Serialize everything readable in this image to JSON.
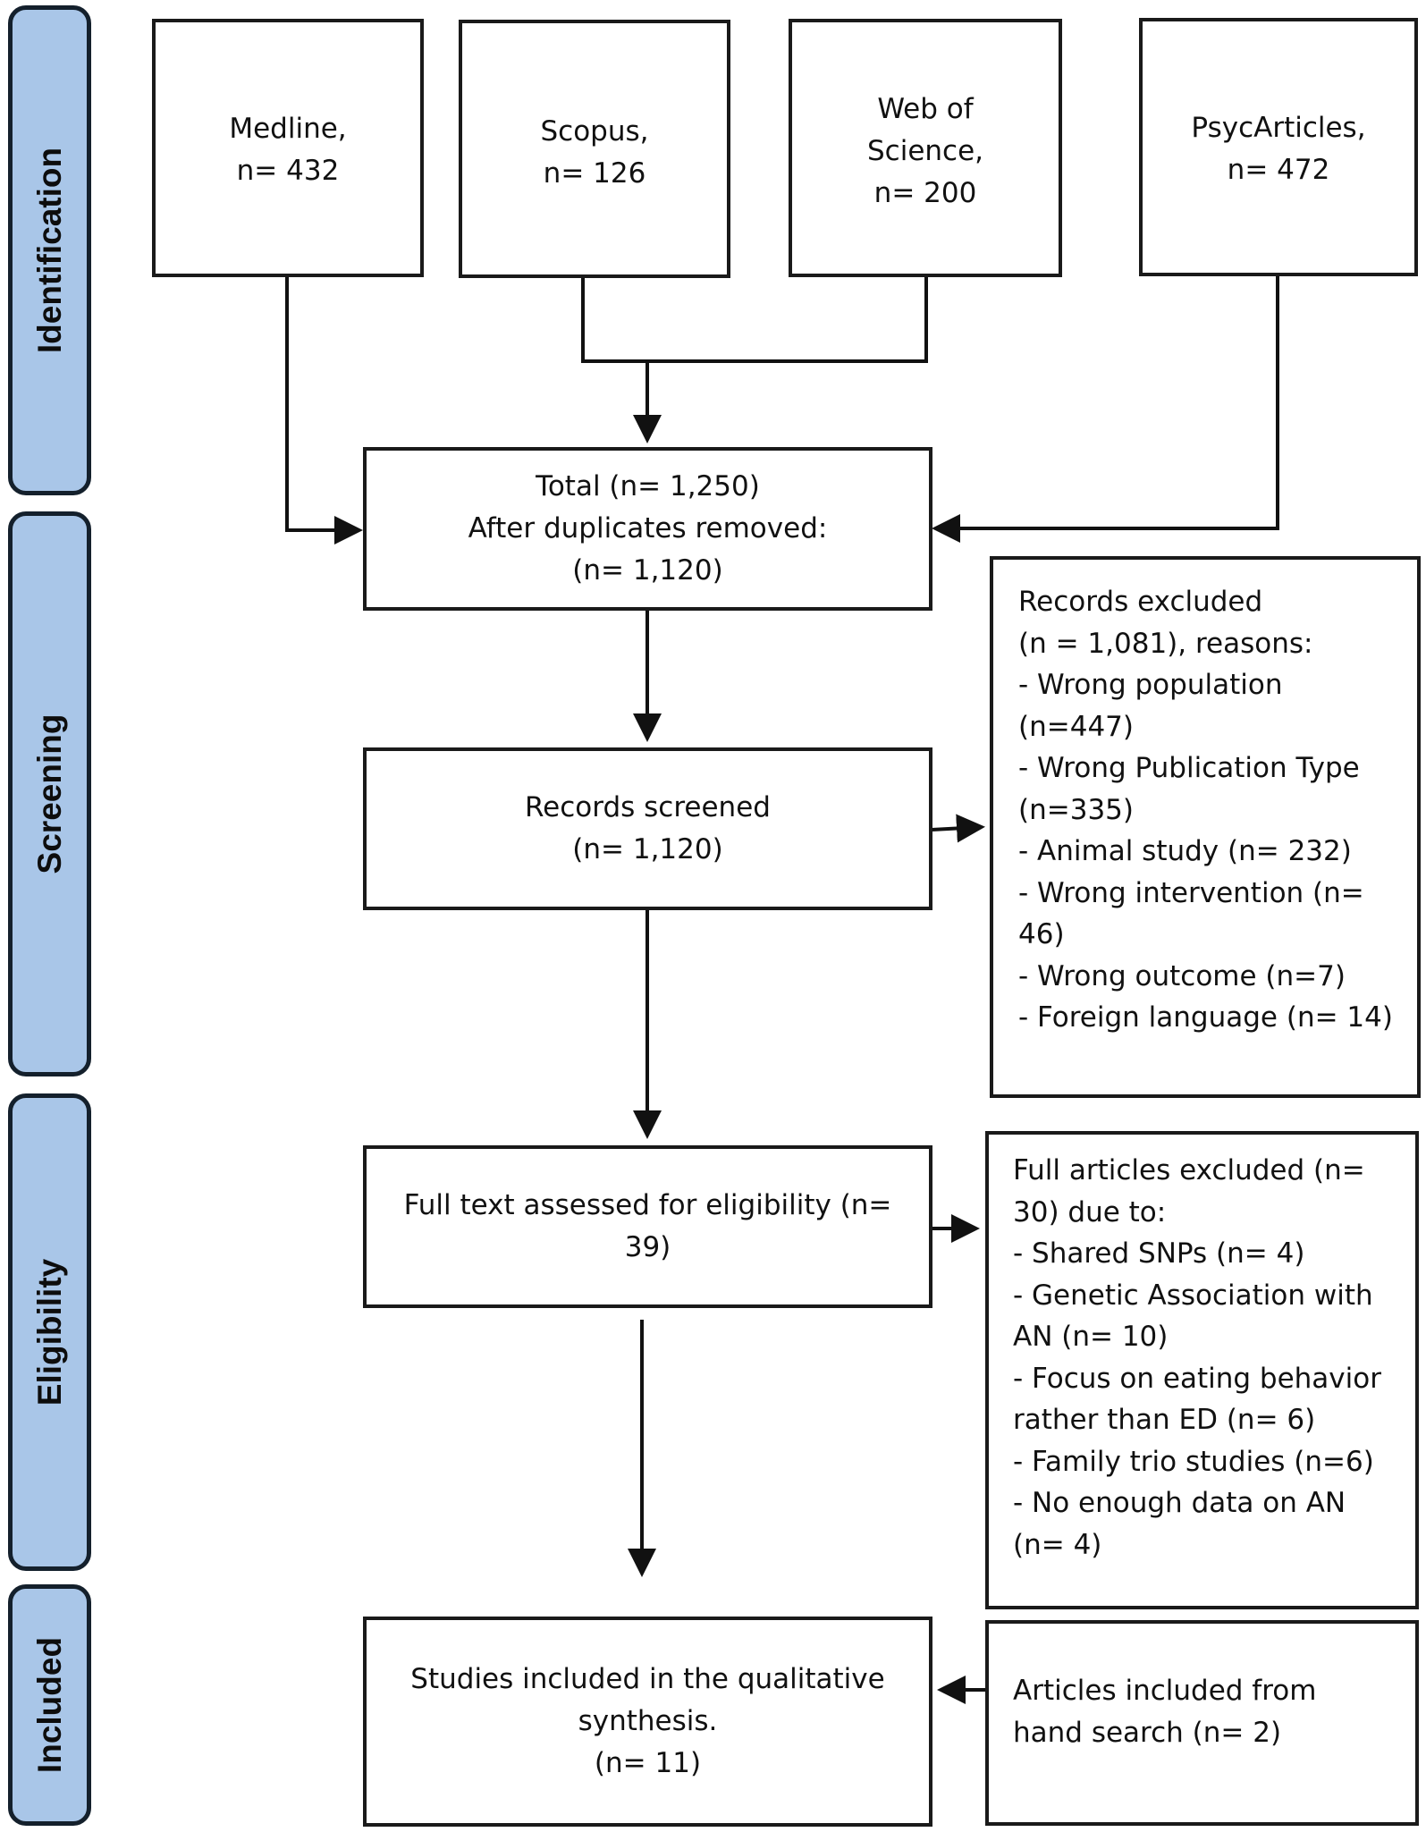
{
  "stages": {
    "identification": "Identification",
    "screening": "Screening",
    "eligibility": "Eligibility",
    "included": "Included"
  },
  "sources": {
    "medline": [
      "Medline,",
      "n= 432"
    ],
    "scopus": [
      "Scopus,",
      "n= 126"
    ],
    "web_of_science": [
      "Web of",
      "Science,",
      "n= 200"
    ],
    "psycarticles": [
      "PsycArticles,",
      "n= 472"
    ]
  },
  "total": [
    "Total (n= 1,250)",
    "After duplicates removed:",
    "(n= 1,120)"
  ],
  "screened": [
    "Records screened",
    "(n= 1,120)"
  ],
  "records_excluded": [
    "Records excluded",
    "(n = 1,081), reasons:",
    "- Wrong population",
    "(n=447)",
    "- Wrong Publication Type",
    "(n=335)",
    "- Animal study (n= 232)",
    "- Wrong intervention (n=",
    "46)",
    "- Wrong outcome (n=7)",
    "- Foreign language (n= 14)"
  ],
  "fulltext": [
    "Full text assessed for eligibility (n=",
    "39)"
  ],
  "full_excluded": [
    "Full articles excluded (n=",
    "30) due to:",
    "- Shared SNPs (n= 4)",
    "- Genetic Association with",
    "AN (n= 10)",
    "- Focus on eating behavior",
    "rather than ED (n= 6)",
    "- Family trio studies (n=6)",
    "- No enough data on AN",
    "(n= 4)"
  ],
  "included_box": [
    "Studies included in the qualitative",
    "synthesis.",
    "(n= 11)"
  ],
  "hand_search": [
    "Articles included from",
    "hand search (n= 2)"
  ]
}
